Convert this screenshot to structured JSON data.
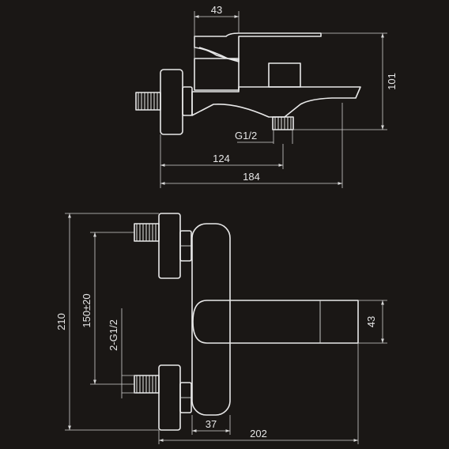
{
  "background_color": "#1a1715",
  "line_color": "#e8e8e8",
  "side_view": {
    "dim_width_top": "43",
    "dim_height": "101",
    "dim_inlet_thread": "G1/2",
    "dim_to_outlet": "124",
    "dim_total_length": "184"
  },
  "front_view": {
    "dim_total_height": "210",
    "dim_inlet_spacing": "150±20",
    "dim_inlet_threads": "2-G1/2",
    "dim_handle_height": "43",
    "dim_body_offset": "37",
    "dim_total_width": "202"
  }
}
